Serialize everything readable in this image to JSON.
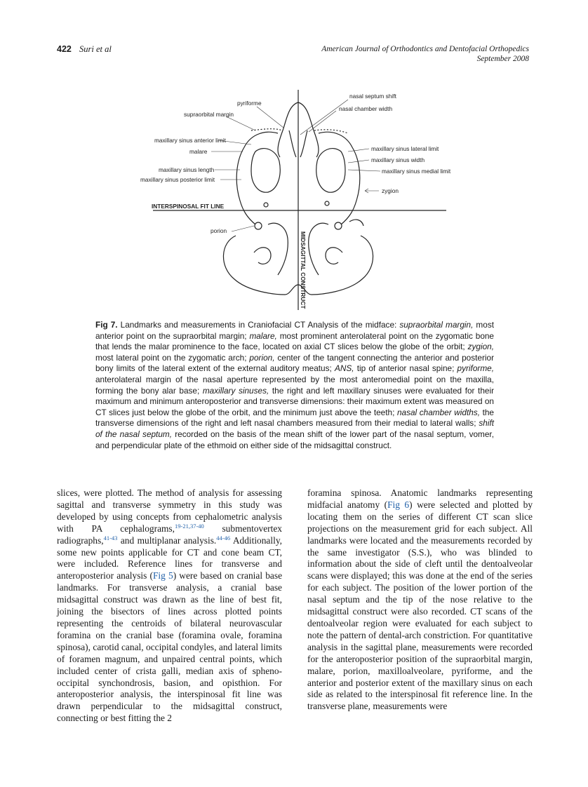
{
  "header": {
    "page_number": "422",
    "authors": "Suri et al",
    "journal": "American Journal of Orthodontics and Dentofacial Orthopedics",
    "issue": "September 2008"
  },
  "figure": {
    "labels": {
      "pyriforme": "pyriforme",
      "supraorbital_margin": "supraorbital margin",
      "maxillary_sinus_anterior_limit": "maxillary sinus anterior limit",
      "malare": "malare",
      "maxillary_sinus_length": "maxillary sinus length",
      "maxillary_sinus_posterior_limit": "maxillary sinus posterior limit",
      "interspinosal_fit_line": "INTERSPINOSAL FIT LINE",
      "porion": "porion",
      "nasal_septum_shift": "nasal septum shift",
      "nasal_chamber_width": "nasal chamber width",
      "maxillary_sinus_lateral_limit": "maxillary sinus lateral limit",
      "maxillary_sinus_width": "maxillary sinus width",
      "maxillary_sinus_medial_limit": "maxillary sinus medial limit",
      "zygion": "zygion",
      "midsagittal_construct": "MIDSAGITTAL CONSTRUCT"
    }
  },
  "caption": {
    "fig_label": "Fig 7.",
    "t1": " Landmarks and measurements in Craniofacial CT Analysis of the midface: ",
    "i1": "supraorbital margin,",
    "t2": " most anterior point on the supraorbital margin; ",
    "i2": "malare,",
    "t3": " most prominent anterolateral point on the zygomatic bone that lends the malar prominence to the face, located on axial CT slices below the globe of the orbit; ",
    "i3": "zygion,",
    "t4": " most lateral point on the zygomatic arch; ",
    "i4": "porion,",
    "t5": " center of the tangent connecting the anterior and posterior bony limits of the lateral extent of the external auditory meatus; ",
    "i5": "ANS,",
    "t6": " tip of anterior nasal spine; ",
    "i6": "pyriforme,",
    "t7": " anterolateral margin of the nasal aperture represented by the most anteromedial point on the maxilla, forming the bony alar base; ",
    "i7": "maxillary sinuses,",
    "t8": " the right and left maxillary sinuses were evaluated for their maximum and minimum anteroposterior and transverse dimensions: their maximum extent was measured on CT slices just below the globe of the orbit, and the minimum just above the teeth; ",
    "i8": "nasal chamber widths,",
    "t9": " the transverse dimensions of the right and left nasal chambers measured from their medial to lateral walls; ",
    "i9": "shift of the nasal septum,",
    "t10": " recorded on the basis of the mean shift of the lower part of the nasal septum, vomer, and perpendicular plate of the ethmoid on either side of the midsagittal construct."
  },
  "left_column": {
    "p1": "slices, were plotted. The method of analysis for assessing sagittal and transverse symmetry in this study was developed by using concepts from cephalometric analysis with PA cephalograms,",
    "ref1": "19-21,37-40",
    "p2": " submentovertex radiographs,",
    "ref2": "41-43",
    "p3": " and multiplanar analysis.",
    "ref3": "44-46",
    "p4": " Additionally, some new points applicable for CT and cone beam CT, were included. Reference lines for transverse and anteroposterior analysis (",
    "link1": "Fig 5",
    "p5": ") were based on cranial base landmarks. For transverse analysis, a cranial base midsagittal construct was drawn as the line of best fit, joining the bisectors of lines across plotted points representing the centroids of bilateral neurovascular foramina on the cranial base (foramina ovale, foramina spinosa), carotid canal, occipital condyles, and lateral limits of foramen magnum, and unpaired central points, which included center of crista galli, median axis of spheno-occipital synchondrosis, basion, and opisthion. For anteroposterior analysis, the interspinosal fit line was drawn perpendicular to the midsagittal construct, connecting or best fitting the 2"
  },
  "right_column": {
    "p1": "foramina spinosa. Anatomic landmarks representing midfacial anatomy (",
    "link1": "Fig 6",
    "p2": ") were selected and plotted by locating them on the series of different CT scan slice projections on the measurement grid for each subject. All landmarks were located and the measurements recorded by the same investigator (S.S.), who was blinded to information about the side of cleft until the dentoalveolar scans were displayed; this was done at the end of the series for each subject. The position of the lower portion of the nasal septum and the tip of the nose relative to the midsagittal construct were also recorded. CT scans of the dentoalveolar region were evaluated for each subject to note the pattern of dental-arch constriction. For quantitative analysis in the sagittal plane, measurements were recorded for the anteroposterior position of the supraorbital margin, malare, porion, maxilloalveolare, pyriforme, and the anterior and posterior extent of the maxillary sinus on each side as related to the interspinosal fit reference line. In the transverse plane, measurements were"
  }
}
